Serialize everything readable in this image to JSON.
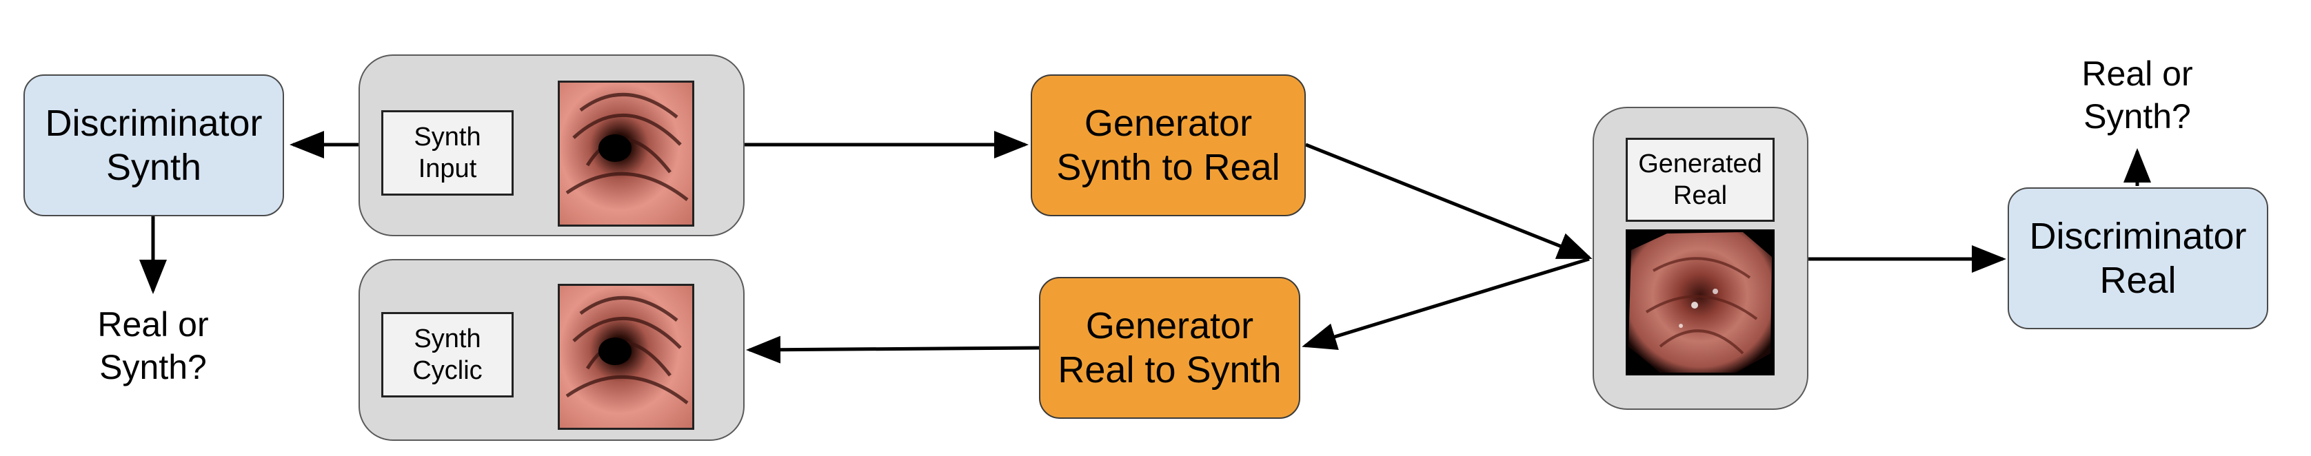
{
  "discriminator_synth": {
    "line1": "Discriminator",
    "line2": "Synth"
  },
  "discriminator_real": {
    "line1": "Discriminator",
    "line2": "Real"
  },
  "generator_s2r": {
    "line1": "Generator",
    "line2": "Synth to Real"
  },
  "generator_r2s": {
    "line1": "Generator",
    "line2": "Real to Synth"
  },
  "synth_input": {
    "line1": "Synth",
    "line2": "Input"
  },
  "synth_cyclic": {
    "line1": "Synth",
    "line2": "Cyclic"
  },
  "generated_real": {
    "line1": "Generated",
    "line2": "Real"
  },
  "output_synth": {
    "line1": "Real or",
    "line2": "Synth?"
  },
  "output_real": {
    "line1": "Real or",
    "line2": "Synth?"
  },
  "colors": {
    "discriminator": "#d6e4f2",
    "generator": "#f19f35",
    "panel": "#d9d9d9"
  }
}
